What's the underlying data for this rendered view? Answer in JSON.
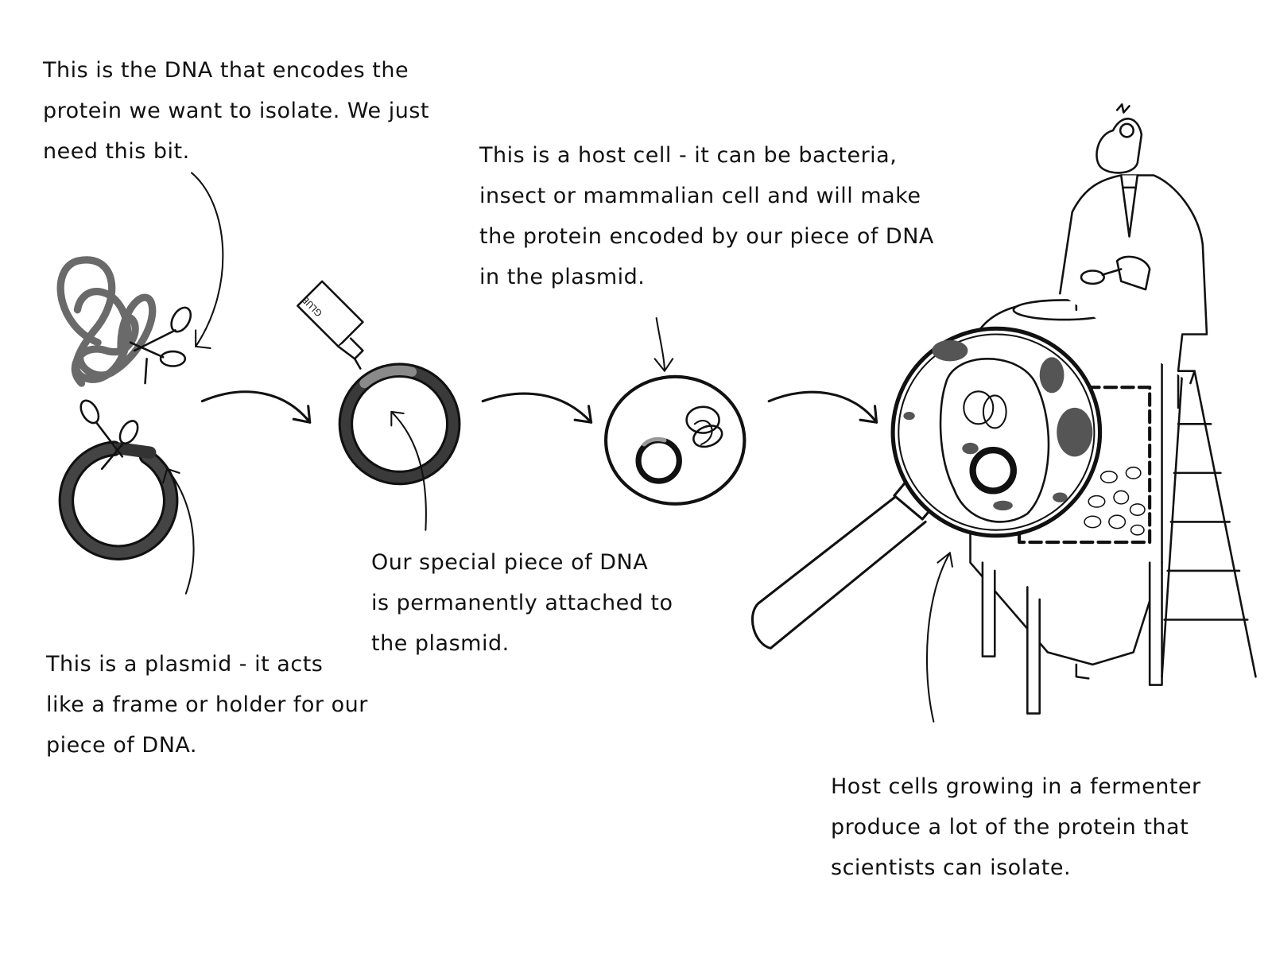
{
  "notes": {
    "dna": [
      "This is the DNA that encodes the",
      "protein we want to isolate. We just",
      "need this bit."
    ],
    "host_cell": [
      "This is a host cell - it can be bacteria,",
      "insect or mammalian cell and will make",
      "the protein encoded by our piece of DNA",
      "in the plasmid."
    ],
    "plasmid": [
      "This is a plasmid - it acts",
      "like a frame or holder for our",
      "piece of DNA."
    ],
    "special_piece": [
      "Our special piece of DNA",
      "is permanently attached to",
      "the plasmid."
    ],
    "fermenter": [
      "Host cells growing in a fermenter",
      "produce a lot of the protein that",
      "scientists can isolate."
    ]
  },
  "glue_label": "GLUE",
  "colors": {
    "ink": "#111111",
    "dna_gray": "#6a6a6a",
    "plasmid_dark": "#3a3a3a",
    "insert_gray": "#8a8a8a"
  }
}
